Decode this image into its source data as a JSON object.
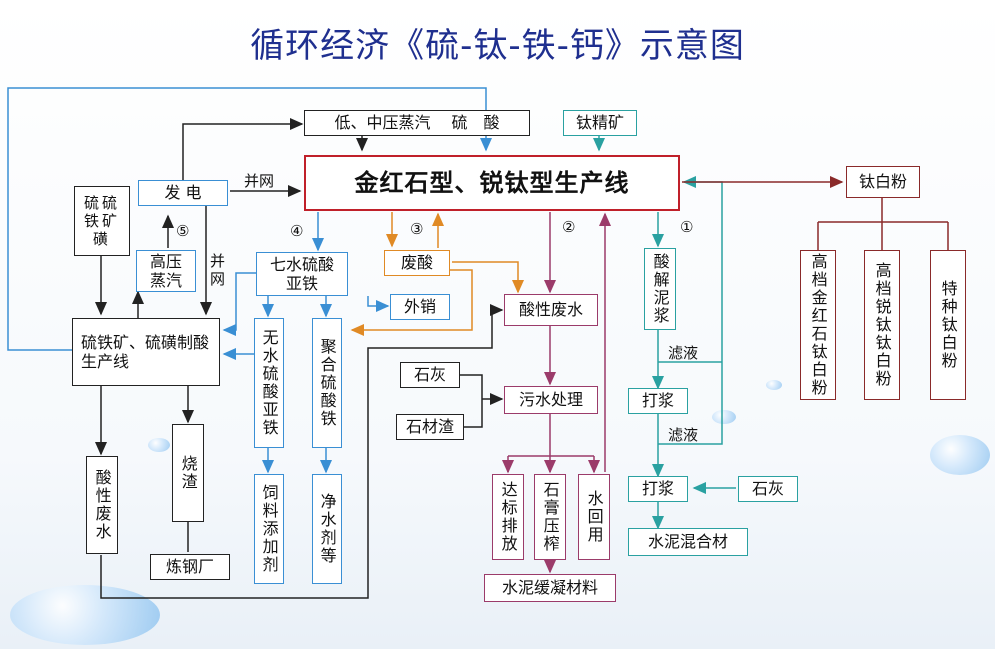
{
  "title": "循环经济《硫-钛-铁-钙》示意图",
  "nodes": {
    "steam": "低、中压蒸汽　 硫　酸",
    "ti_concentrate": "钛精矿",
    "main_line": "金红石型、锐钛型生产线",
    "ti_white": "钛白粉",
    "rutile_grade": "高档金红石钛白粉",
    "anatase_grade": "高档锐钛钛白粉",
    "special": "特种钛白粉",
    "pyrite_box": "硫硫铁矿磺",
    "power": "发 电",
    "hp_steam": "高压蒸汽",
    "ferrous_sulfate_7": "七水硫酸亚铁",
    "waste_acid": "废酸",
    "export": "外销",
    "acid_plant": "硫铁矿、硫磺制酸生产线",
    "anhydrous": "无水硫酸亚铁",
    "polyferric": "聚合硫酸铁",
    "feed": "饲料添加剂",
    "purifier": "净水剂等",
    "acid_ww": "酸性废水",
    "lime1": "石灰",
    "stone_slag": "石材渣",
    "ww_treat": "污水处理",
    "discharge": "达标排放",
    "gypsum": "石膏压榨",
    "water_reuse": "水回用",
    "cement_retarder": "水泥缓凝材料",
    "acid_sludge": "酸解泥浆",
    "slurry1": "打浆",
    "slurry2": "打浆",
    "lime2": "石灰",
    "cement_mix": "水泥混合材",
    "cinder": "烧渣",
    "acid_ww_left": "酸性废水",
    "steel": "炼钢厂"
  },
  "labels": {
    "grid1": "并网",
    "grid2": "并网",
    "n1": "①",
    "n2": "②",
    "n3": "③",
    "n4": "④",
    "n5": "⑤",
    "filtrate1": "滤液",
    "filtrate2": "滤液"
  },
  "colors": {
    "title": "#1f2f8f",
    "main_border": "#c0202a",
    "black": "#222222",
    "blue": "#3a8fd4",
    "teal": "#2aa1a1",
    "orange": "#e08a25",
    "magenta": "#9b3b6a",
    "darkred": "#8a2a2a"
  }
}
